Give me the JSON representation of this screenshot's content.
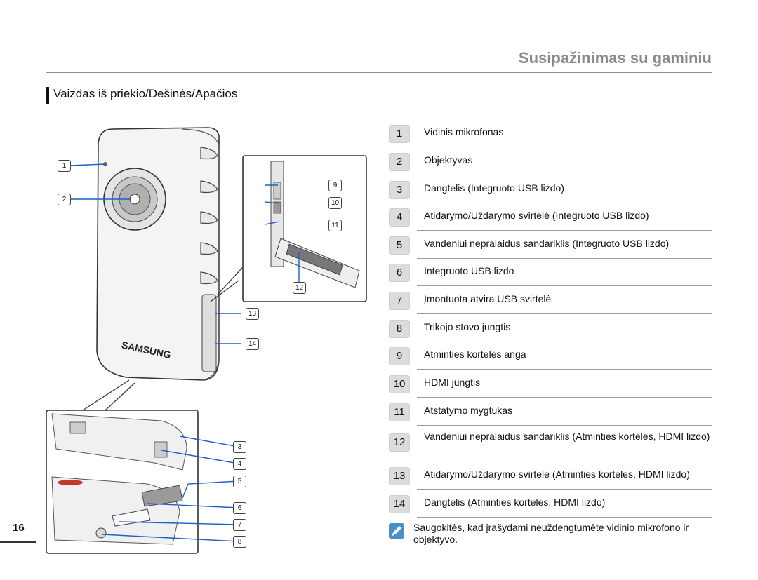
{
  "header": {
    "title": "Susipažinimas su gaminiu"
  },
  "section": {
    "title": "Vaizdas iš priekio/Dešinės/Apačios"
  },
  "figure": {
    "brand": "SAMSUNG",
    "callouts": [
      "1",
      "2",
      "3",
      "4",
      "5",
      "6",
      "7",
      "8",
      "9",
      "10",
      "11",
      "12",
      "13",
      "14"
    ]
  },
  "legend": [
    {
      "num": "1",
      "text": "Vidinis mikrofonas"
    },
    {
      "num": "2",
      "text": "Objektyvas"
    },
    {
      "num": "3",
      "text": "Dangtelis (Integruoto USB lizdo)"
    },
    {
      "num": "4",
      "text": "Atidarymo/Uždarymo svirtelė (Integruoto USB lizdo)"
    },
    {
      "num": "5",
      "text": "Vandeniui nepralaidus sandariklis  (Integruoto USB lizdo)"
    },
    {
      "num": "6",
      "text": "Integruoto USB lizdo"
    },
    {
      "num": "7",
      "text": "Įmontuota atvira USB svirtelė"
    },
    {
      "num": "8",
      "text": "Trikojo stovo jungtis"
    },
    {
      "num": "9",
      "text": "Atminties kortelės anga"
    },
    {
      "num": "10",
      "text": "HDMI jungtis"
    },
    {
      "num": "11",
      "text": "Atstatymo mygtukas"
    },
    {
      "num": "12",
      "text": "Vandeniui nepralaidus sandariklis (Atminties kortelės, HDMI lizdo)"
    },
    {
      "num": "13",
      "text": "Atidarymo/Uždarymo svirtelė (Atminties kortelės, HDMI lizdo)"
    },
    {
      "num": "14",
      "text": "Dangtelis (Atminties kortelės, HDMI lizdo)"
    }
  ],
  "note": {
    "icon": "note-pencil-icon",
    "text": "Saugokitės, kad įrašydami neuždengtumėte vidinio mikrofono ir objektyvo."
  },
  "page": {
    "number": "16"
  }
}
